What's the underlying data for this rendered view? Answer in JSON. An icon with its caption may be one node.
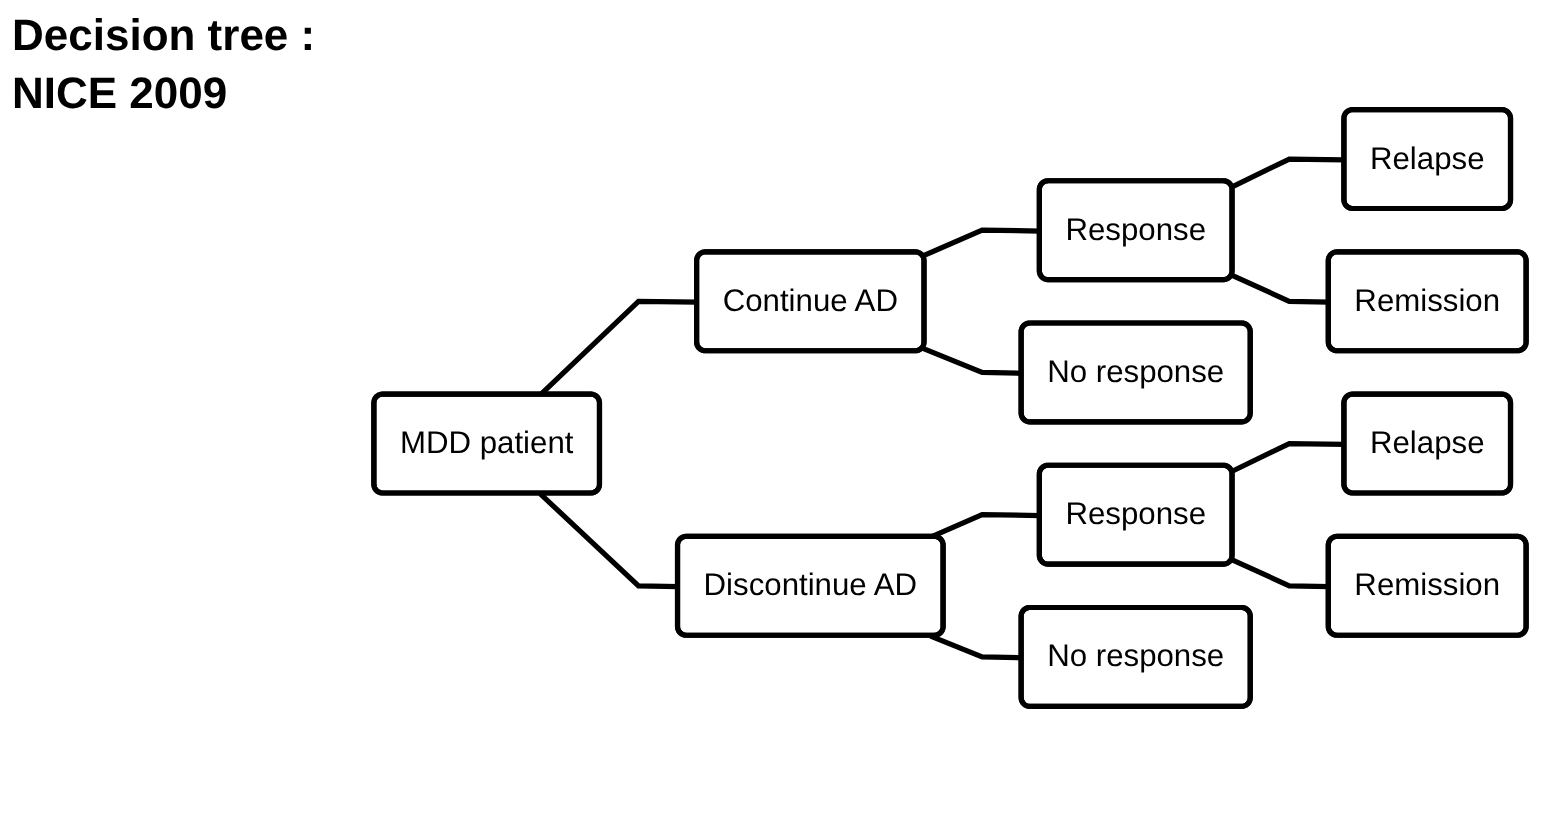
{
  "diagram": {
    "title": "Decision tree : NICE 2009",
    "nodes": [
      {
        "text": [
          "MDD patient"
        ]
      },
      {
        "text": [
          "Continue AD"
        ]
      },
      {
        "text": [
          "Discontinue AD"
        ]
      },
      {
        "text": [
          "Response"
        ]
      },
      {
        "text": [
          "No response"
        ]
      },
      {
        "text": [
          "Relapse"
        ]
      },
      {
        "text": [
          "Remission"
        ]
      },
      {
        "text": [
          "Response"
        ]
      },
      {
        "text": [
          "No response"
        ]
      },
      {
        "text": [
          "Relapse"
        ]
      },
      {
        "text": [
          "Remission"
        ]
      }
    ],
    "edges": [
      {
        "from": 0,
        "to": 1,
        "arrow": "none"
      },
      {
        "from": 0,
        "to": 2,
        "arrow": "none"
      },
      {
        "from": 1,
        "to": 3,
        "arrow": "none"
      },
      {
        "from": 1,
        "to": 4,
        "arrow": "none"
      },
      {
        "from": 3,
        "to": 5,
        "arrow": "none"
      },
      {
        "from": 3,
        "to": 6,
        "arrow": "none"
      },
      {
        "from": 2,
        "to": 7,
        "arrow": "none"
      },
      {
        "from": 2,
        "to": 8,
        "arrow": "none"
      },
      {
        "from": 7,
        "to": 9,
        "arrow": "none"
      },
      {
        "from": 7,
        "to": 10,
        "arrow": "none"
      }
    ]
  }
}
